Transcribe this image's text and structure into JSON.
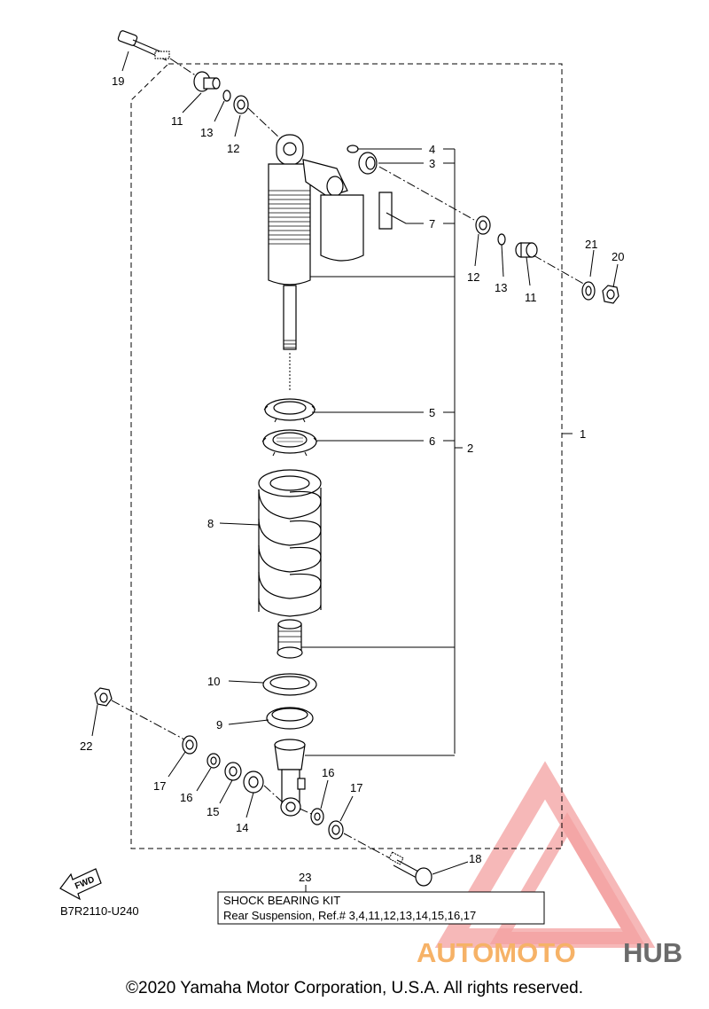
{
  "diagram_code": "B7R2110-U240",
  "copyright": "©2020 Yamaha Motor Corporation, U.S.A. All rights reserved.",
  "fwd_label": "FWD",
  "kit": {
    "ref": "23",
    "title": "SHOCK BEARING KIT",
    "description": "Rear Suspension, Ref.# 3,4,11,12,13,14,15,16,17"
  },
  "watermark": {
    "brand_part1": "AUTOMOTO",
    "brand_part2": "HUB",
    "colors": {
      "primary": "#f06a6a",
      "secondary": "#f6b267",
      "dark": "#6b6b6b"
    }
  },
  "callouts": [
    "1",
    "2",
    "3",
    "4",
    "5",
    "6",
    "7",
    "8",
    "9",
    "10",
    "11",
    "11",
    "12",
    "12",
    "13",
    "13",
    "14",
    "15",
    "16",
    "16",
    "17",
    "17",
    "18",
    "19",
    "20",
    "21",
    "22"
  ]
}
